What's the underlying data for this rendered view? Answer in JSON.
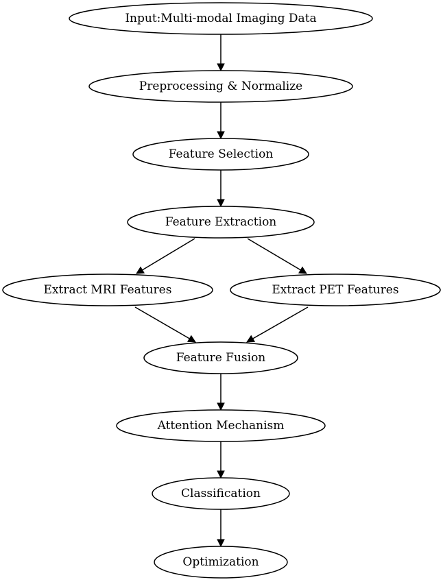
{
  "diagram": {
    "nodes": [
      {
        "id": "input",
        "label": "Input:Multi-modal Imaging Data"
      },
      {
        "id": "preprocess",
        "label": "Preprocessing & Normalize"
      },
      {
        "id": "selection",
        "label": "Feature Selection"
      },
      {
        "id": "extraction",
        "label": "Feature Extraction"
      },
      {
        "id": "mri",
        "label": "Extract MRI Features"
      },
      {
        "id": "pet",
        "label": "Extract PET Features"
      },
      {
        "id": "fusion",
        "label": "Feature Fusion"
      },
      {
        "id": "attention",
        "label": "Attention Mechanism"
      },
      {
        "id": "classification",
        "label": "Classification"
      },
      {
        "id": "optimization",
        "label": "Optimization"
      }
    ],
    "edges": [
      {
        "from": "input",
        "to": "preprocess"
      },
      {
        "from": "preprocess",
        "to": "selection"
      },
      {
        "from": "selection",
        "to": "extraction"
      },
      {
        "from": "extraction",
        "to": "mri"
      },
      {
        "from": "extraction",
        "to": "pet"
      },
      {
        "from": "mri",
        "to": "fusion"
      },
      {
        "from": "pet",
        "to": "fusion"
      },
      {
        "from": "fusion",
        "to": "attention"
      },
      {
        "from": "attention",
        "to": "classification"
      },
      {
        "from": "classification",
        "to": "optimization"
      }
    ],
    "colors": {
      "stroke": "#000000",
      "fill": "#ffffff",
      "text": "#000000"
    }
  }
}
